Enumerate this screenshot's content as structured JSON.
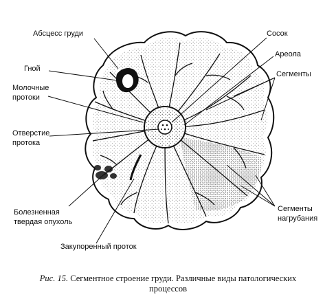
{
  "labels": {
    "abscess": "Абсцесс груди",
    "pus": "Гной",
    "milk_ducts_1": "Молочные",
    "milk_ducts_2": "протоки",
    "duct_opening_1": "Отверстие",
    "duct_opening_2": "протока",
    "diseased_tumor_1": "Болезненная",
    "diseased_tumor_2": "твердая опухоль",
    "blocked_duct": "Закупоренный проток",
    "nipple": "Сосок",
    "areola": "Ареола",
    "segments": "Сегменты",
    "engorgement_1": "Сегменты",
    "engorgement_2": "нагрубания"
  },
  "caption": {
    "figure_label": "Рис. 15.",
    "text_line1": "Сегментное строение груди. Различные виды патологических",
    "text_line2": "процессов"
  },
  "colors": {
    "ink": "#111111",
    "background": "#ffffff"
  }
}
